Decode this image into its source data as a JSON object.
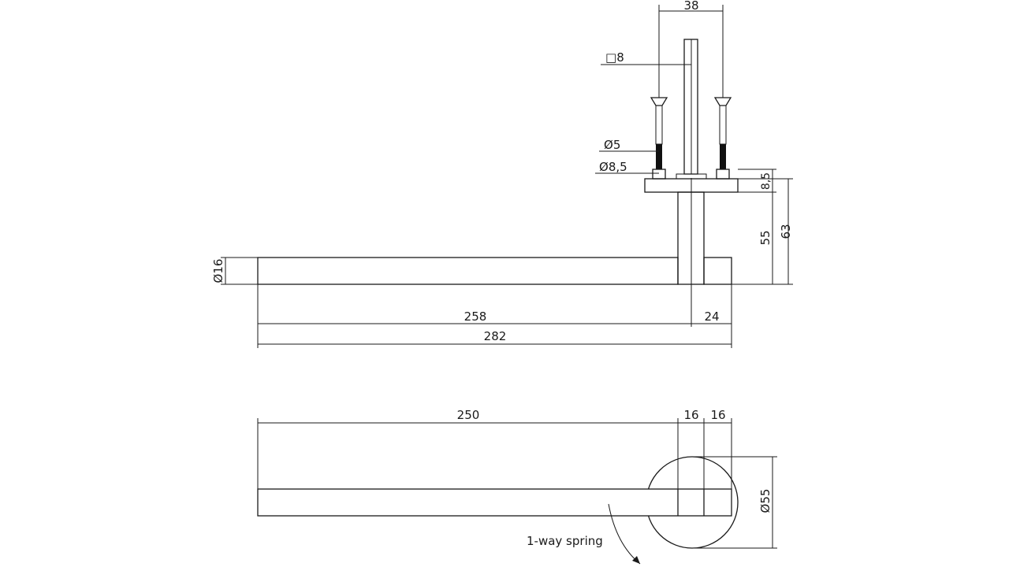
{
  "drawing": {
    "dimensions": {
      "screw_spacing": "38",
      "square_spindle": "8",
      "screw_diameter": "5",
      "screw_head_diameter": "8,5",
      "plate_thickness": "8,5",
      "rose_projection": "55",
      "overall_height": "63",
      "bar_diameter": "16",
      "bar_length": "258",
      "end_length": "24",
      "overall_length": "282",
      "plan_bar_length": "250",
      "plan_seg_1": "16",
      "plan_seg_2": "16",
      "rose_diameter": "55"
    },
    "symbols": {
      "square": "□",
      "diameter": "Ø"
    },
    "notes": {
      "spring": "1-way spring"
    }
  }
}
